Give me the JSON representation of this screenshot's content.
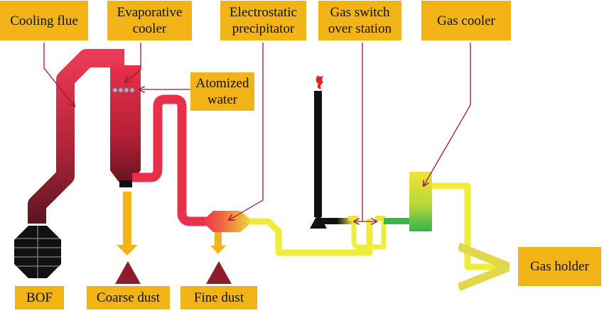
{
  "labels": {
    "cooling_flue": "Cooling flue",
    "evaporative_cooler": "Evaporative\ncooler",
    "electrostatic_precipitator": "Electrostatic\nprecipitator",
    "gas_switch": "Gas switch\nover station",
    "gas_cooler": "Gas cooler",
    "atomized_water": "Atomized\nwater",
    "gas_holder": "Gas holder",
    "bof": "BOF",
    "coarse_dust": "Coarse dust",
    "fine_dust": "Fine dust"
  },
  "colors": {
    "label_fill": "#f2b316",
    "hot_gas": "#e8304a",
    "dark_gas": "#7a1a28",
    "clean_gas": "#f0ec3a",
    "dust_arrow": "#f0b419",
    "dust_pile": "#8b1e2a",
    "pointer": "#a01830",
    "stack": "#111111",
    "green": "#39b54a"
  }
}
